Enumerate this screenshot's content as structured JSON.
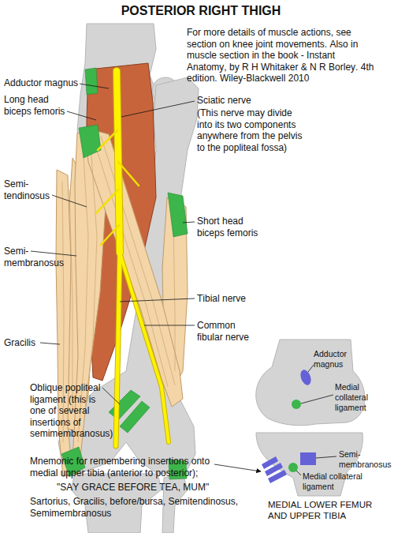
{
  "diagram": {
    "title": "POSTERIOR RIGHT THIGH",
    "labels": [
      "For more details of muscle actions, see section on knee joint movements. Also in muscle section in the book - Instant Anatomy, by R H Whitaker & N R Borley. 4th edition. Wiley-Blackwell 2010",
      "Adductor magnus",
      "Long head biceps femoris",
      "Sciatic nerve",
      "(This nerve may divide into its two components anywhere from the pelvis to the popliteal fossa)",
      "Semi- tendinosus",
      "Short head biceps femoris",
      "Semi- membranosus",
      "Tibial nerve",
      "Common fibular nerve",
      "Gracilis",
      "Oblique popliteal ligament (this is one of several insertions of semimembranosus)",
      "Adductor magnus",
      "Medial collateral ligament",
      "Semi- membranosus",
      "Medial collateral ligament",
      "Mnemonic for remembering insertions onto medial upper tibia (anterior to posterior);",
      "\"SAY GRACE BEFORE TEA, MUM\"",
      "Sartorius, Gracilis, before/bursa, Semitendinosus, Semimembranosus",
      "MEDIAL LOWER FEMUR AND UPPER TIBIA"
    ]
  }
}
